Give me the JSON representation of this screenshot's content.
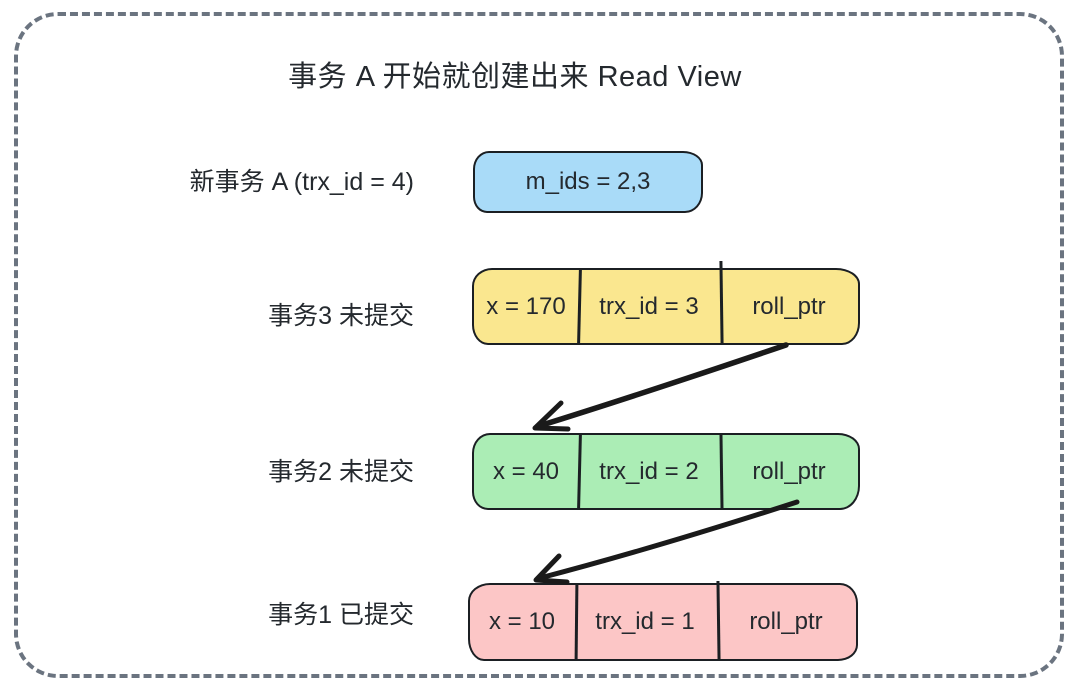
{
  "title": "事务 A 开始就创建出来 Read View",
  "read_view": {
    "label": "新事务 A (trx_id = 4)",
    "value": "m_ids = 2,3"
  },
  "records": [
    {
      "label": "事务3 未提交",
      "cells": [
        "x = 170",
        "trx_id = 3",
        "roll_ptr"
      ]
    },
    {
      "label": "事务2 未提交",
      "cells": [
        "x = 40",
        "trx_id = 2",
        "roll_ptr"
      ]
    },
    {
      "label": "事务1 已提交",
      "cells": [
        "x = 10",
        "trx_id = 1",
        "roll_ptr"
      ]
    }
  ],
  "arrows": [
    {
      "from": "record-trx3-roll-ptr",
      "to": "record-trx2"
    },
    {
      "from": "record-trx2-roll-ptr",
      "to": "record-trx1"
    }
  ],
  "colors": {
    "frame_border": "#6B7480",
    "box_border": "#1B1F23",
    "text": "#24292E",
    "arrow": "#1A1A1A",
    "read_view_fill": "#A9DBF8",
    "record_fills": [
      "#FAE78F",
      "#ABEDB5",
      "#FCC6C6"
    ]
  }
}
